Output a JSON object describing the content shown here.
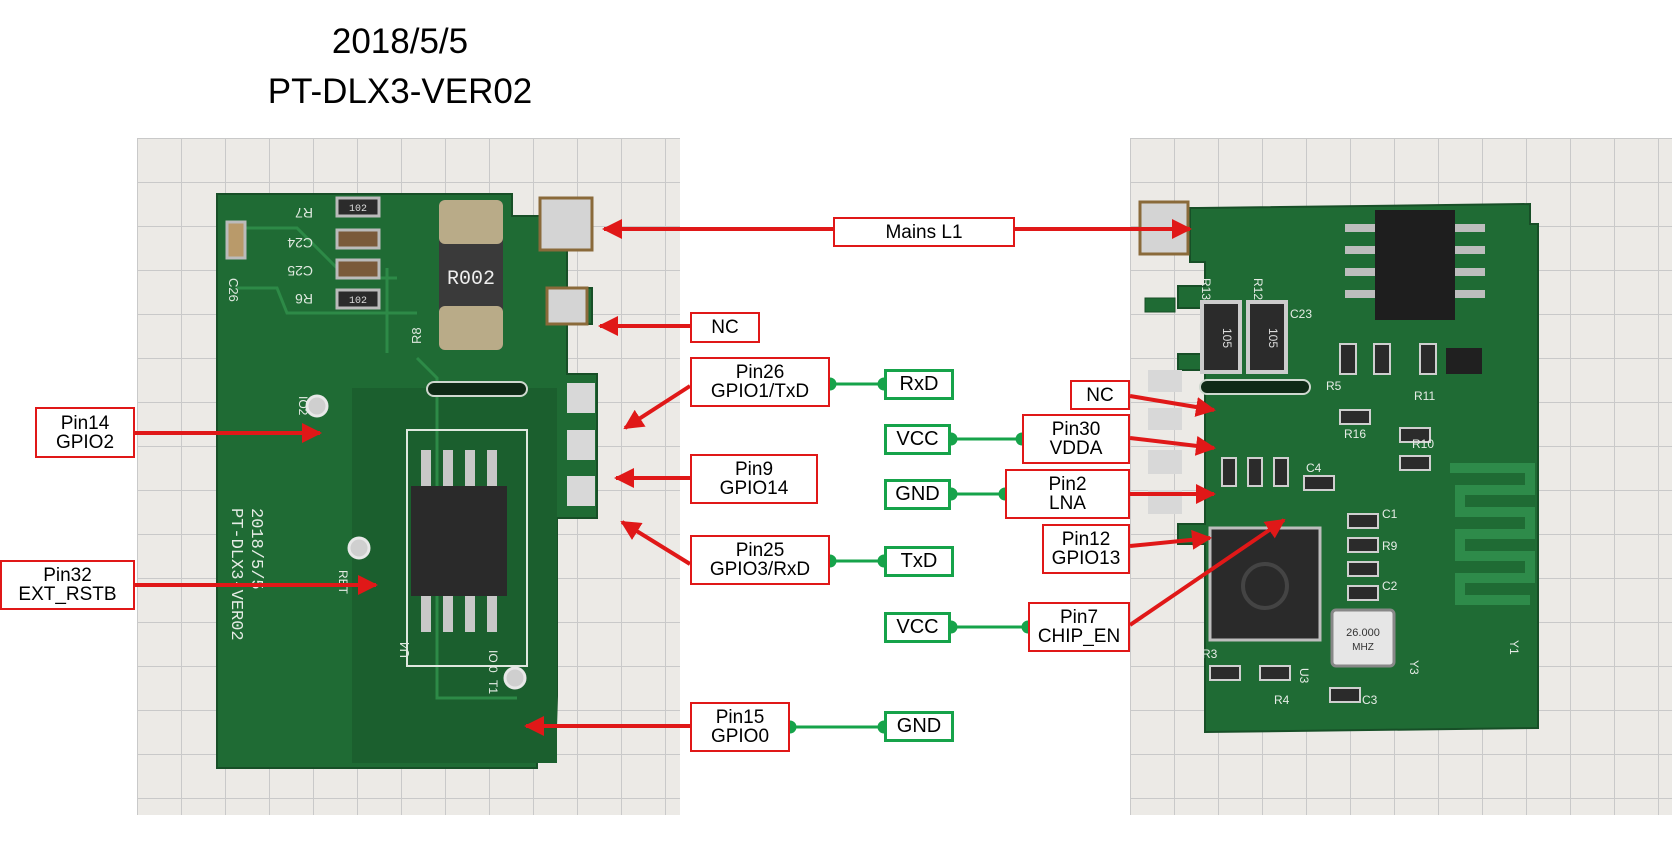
{
  "title": {
    "date": "2018/5/5",
    "board": "PT-DLX3-VER02"
  },
  "board_left": {
    "silkscreen": {
      "date": "2018/5/5",
      "name": "PT-DLX3-VER02",
      "ref_r002": "R002",
      "ref_r7": "R7",
      "ref_r8": "R8",
      "ref_r6": "R6",
      "ref_c24": "C24",
      "ref_c25": "C25",
      "ref_c26": "C26",
      "ref_u4": "U4",
      "ref_io2": "IO2",
      "ref_ret": "RET",
      "ref_io0": "IO 0",
      "ref_t1": "T1",
      "res_102a": "102",
      "res_102b": "102"
    }
  },
  "board_right": {
    "silkscreen": {
      "ref_r13": "R13",
      "ref_r12": "R12",
      "res_105a": "105",
      "res_105b": "105",
      "ref_c23": "C23",
      "ref_r5": "R5",
      "ref_r11": "R11",
      "ref_r16": "R16",
      "ref_r10": "R10",
      "ref_c4": "C4",
      "ref_c1": "C1",
      "ref_r9": "R9",
      "ref_c2": "C2",
      "ref_r3": "R3",
      "ref_r4": "R4",
      "ref_c3": "C3",
      "ref_u3": "U3",
      "ref_y1": "Y1",
      "ref_y3": "Y3",
      "crystal": "26.000",
      "crystal_unit": "MHZ"
    }
  },
  "labels": {
    "mains_l1": "Mains L1",
    "nc_left": "NC",
    "pin26": [
      "Pin26",
      "GPIO1/TxD"
    ],
    "rxd": "RxD",
    "pin9": [
      "Pin9",
      "GPIO14"
    ],
    "pin25": [
      "Pin25",
      "GPIO3/RxD"
    ],
    "txd": "TxD",
    "pin14": [
      "Pin14",
      "GPIO2"
    ],
    "pin32": [
      "Pin32",
      "EXT_RSTB"
    ],
    "pin15": [
      "Pin15",
      "GPIO0"
    ],
    "gnd_bottom": "GND",
    "nc_right": "NC",
    "vcc_top": "VCC",
    "pin30": [
      "Pin30",
      "VDDA"
    ],
    "gnd_mid": "GND",
    "pin2": [
      "Pin2",
      "LNA"
    ],
    "pin12": [
      "Pin12",
      "GPIO13"
    ],
    "vcc_bottom": "VCC",
    "pin7": [
      "Pin7",
      "CHIP_EN"
    ]
  },
  "colors": {
    "arrow": "#e01818",
    "connector": "#16a34a",
    "pcb": "#1f6b34",
    "pad": "#d4d4d4"
  }
}
